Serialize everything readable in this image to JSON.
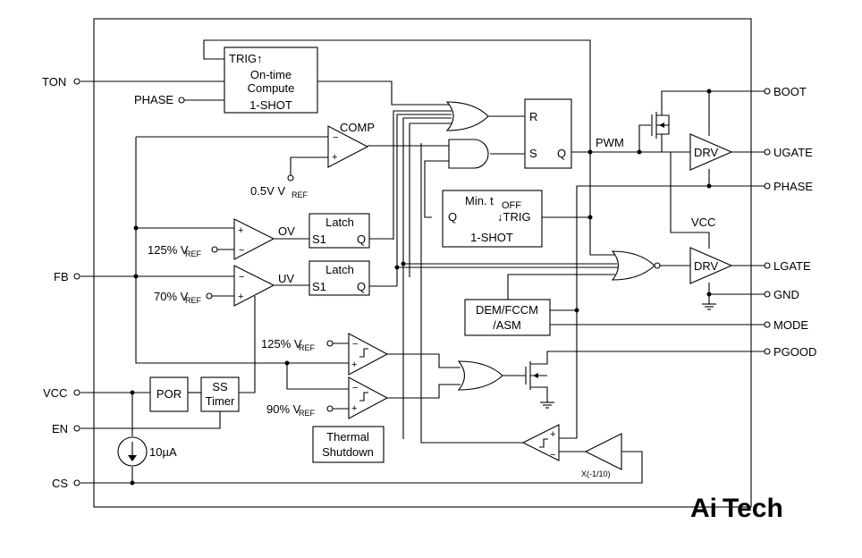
{
  "pins_left": {
    "ton": "TON",
    "phase_in": "PHASE",
    "fb": "FB",
    "vcc": "VCC",
    "en": "EN",
    "cs": "CS"
  },
  "pins_right": {
    "boot": "BOOT",
    "ugate": "UGATE",
    "phase": "PHASE",
    "lgate": "LGATE",
    "gnd": "GND",
    "mode": "MODE",
    "pgood": "PGOOD"
  },
  "blocks": {
    "ontime": {
      "trig": "TRIG↑",
      "line1": "On-time",
      "line2": "Compute",
      "line3": "1-SHOT"
    },
    "rs_ff": {
      "r": "R",
      "s": "S",
      "q": "Q"
    },
    "min_toff": {
      "title": "Min. t",
      "title_sub": "OFF",
      "q": "Q",
      "trig": "↓TRIG",
      "shot": "1-SHOT"
    },
    "latch_ov": {
      "title": "Latch",
      "s1": "S1",
      "q": "Q"
    },
    "latch_uv": {
      "title": "Latch",
      "s1": "S1",
      "q": "Q"
    },
    "dem": {
      "line1": "DEM/FCCM",
      "line2": "/ASM"
    },
    "por": "POR",
    "ss": {
      "line1": "SS",
      "line2": "Timer"
    },
    "thermal": {
      "line1": "Thermal",
      "line2": "Shutdown"
    },
    "drv_high": "DRV",
    "drv_low": "DRV"
  },
  "labels": {
    "comp": "COMP",
    "ref_05": "0.5V V",
    "ref_05_sub": "REF",
    "ov": "OV",
    "uv": "UV",
    "ref_125_ov": "125% V",
    "ref_125_ov_sub": "REF",
    "ref_70": "70% V",
    "ref_70_sub": "REF",
    "ref_125_pg": "125% V",
    "ref_125_pg_sub": "REF",
    "ref_90": "90% V",
    "ref_90_sub": "REF",
    "pwm": "PWM",
    "vcc_int": "VCC",
    "current_src": "10µA",
    "gain": "X(-1/10)",
    "plus": "+",
    "minus": "−"
  },
  "logo": {
    "part1": "Ai",
    "part2": "Tech",
    "color_ai": "#3cb043",
    "color_tech": "#444444"
  }
}
